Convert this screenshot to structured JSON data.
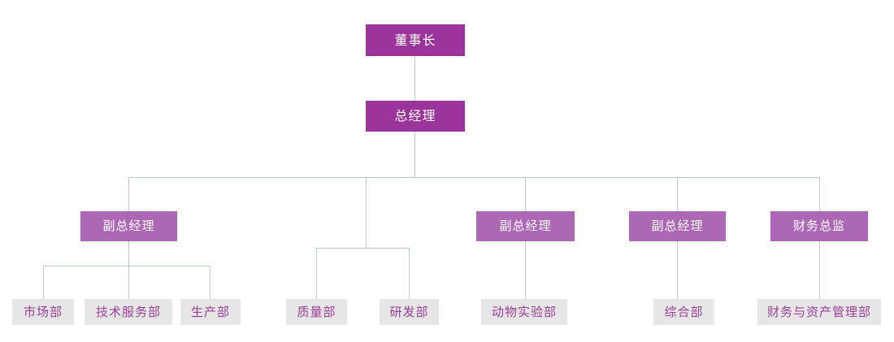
{
  "chart": {
    "type": "org-chart",
    "title": "",
    "line_color": "#b9c7d2",
    "levels": {
      "l1": {
        "bg": "#9b339b",
        "fg": "#ffffff"
      },
      "l2": {
        "bg": "#ac68b5",
        "fg": "#ffffff"
      },
      "l3": {
        "bg": "#e6e6e6",
        "fg": "#9b3f96"
      }
    },
    "nodes": {
      "chairman": {
        "label": "董事长",
        "level": 1
      },
      "general_manager": {
        "label": "总经理",
        "level": 1
      },
      "deputy_gm_1": {
        "label": "副总经理",
        "level": 2
      },
      "deputy_gm_2": {
        "label": "副总经理",
        "level": 2
      },
      "deputy_gm_3": {
        "label": "副总经理",
        "level": 2
      },
      "finance_director": {
        "label": "财务总监",
        "level": 2
      },
      "marketing_dept": {
        "label": "市场部",
        "level": 3
      },
      "tech_service_dept": {
        "label": "技术服务部",
        "level": 3
      },
      "production_dept": {
        "label": "生产部",
        "level": 3
      },
      "quality_dept": {
        "label": "质量部",
        "level": 3
      },
      "rd_dept": {
        "label": "研发部",
        "level": 3
      },
      "animal_lab_dept": {
        "label": "动物实验部",
        "level": 3
      },
      "general_affairs_dept": {
        "label": "综合部",
        "level": 3
      },
      "finance_asset_dept": {
        "label": "财务与资产管理部",
        "level": 3
      }
    }
  }
}
